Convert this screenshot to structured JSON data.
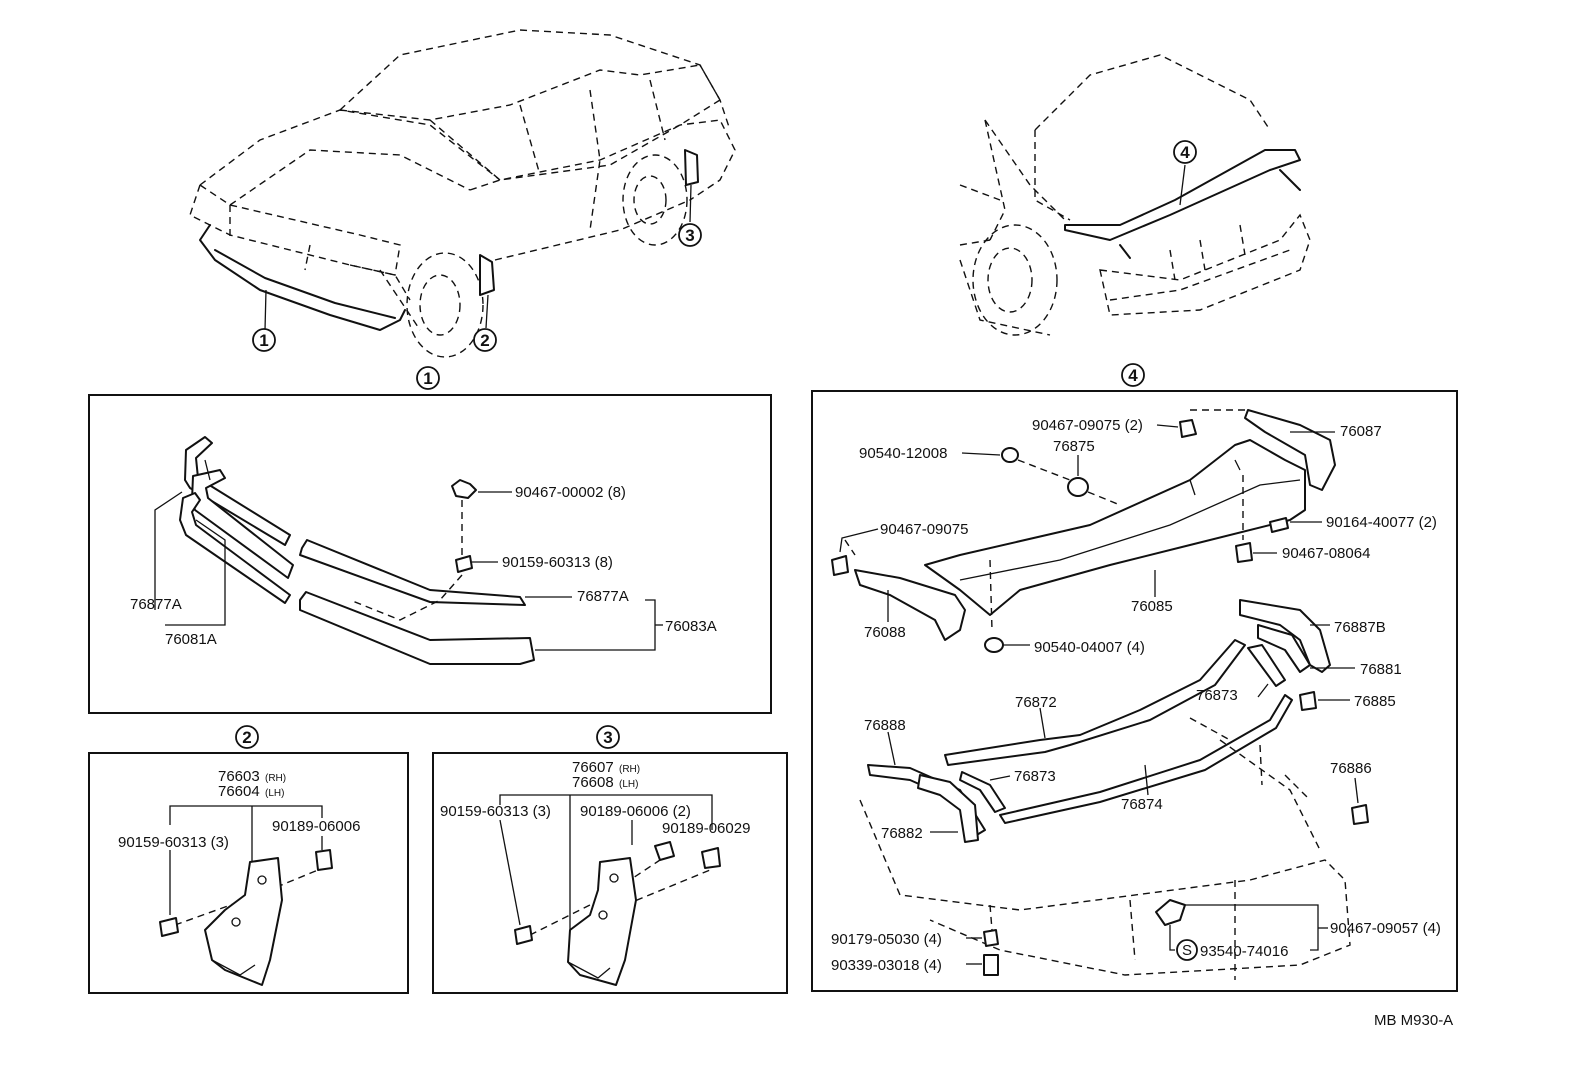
{
  "callouts": [
    "1",
    "2",
    "3",
    "4"
  ],
  "panel1": {
    "labels": {
      "l76877A_left": "76877A",
      "l76081A": "76081A",
      "l76877A_right": "76877A",
      "l76083A": "76083A",
      "l90467_00002": "90467-00002 (8)",
      "l90159_60313": "90159-60313 (8)"
    }
  },
  "panel2": {
    "labels": {
      "l76603": "76603",
      "l76603_sub": "(RH)",
      "l76604": "76604",
      "l76604_sub": "(LH)",
      "l90159": "90159-60313 (3)",
      "l90189": "90189-06006"
    }
  },
  "panel3": {
    "labels": {
      "l76607": "76607",
      "l76607_sub": "(RH)",
      "l76608": "76608",
      "l76608_sub": "(LH)",
      "l90159": "90159-60313 (3)",
      "l90189_06006": "90189-06006 (2)",
      "l90189_06029": "90189-06029"
    }
  },
  "panel4": {
    "labels": {
      "l90467_09075a": "90467-09075 (2)",
      "l76087": "76087",
      "l90540_12008": "90540-12008",
      "l76875": "76875",
      "l90467_09075b": "90467-09075",
      "l90164_40077": "90164-40077 (2)",
      "l90467_08064": "90467-08064",
      "l76085": "76085",
      "l76088": "76088",
      "l90540_04007": "90540-04007 (4)",
      "l76887B": "76887B",
      "l76881": "76881",
      "l76872": "76872",
      "l76873a": "76873",
      "l76885": "76885",
      "l76888": "76888",
      "l76873b": "76873",
      "l76874": "76874",
      "l76886": "76886",
      "l76882": "76882",
      "l90179_05030": "90179-05030 (4)",
      "l90339_03018": "90339-03018 (4)",
      "l93540_74016": "93540-74016",
      "l93540_prefix": "S",
      "l90467_09057": "90467-09057 (4)"
    }
  },
  "footer": {
    "code": "MB M930-A"
  }
}
